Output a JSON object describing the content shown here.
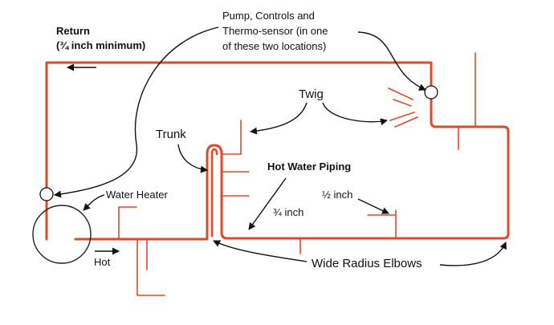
{
  "labels": {
    "return_line1": "Return",
    "return_line2": "(¾ inch minimum)",
    "pump_line1": "Pump, Controls and",
    "pump_line2": "Thermo-sensor (in one",
    "pump_line3": "of these two locations)",
    "twig": "Twig",
    "trunk": "Trunk",
    "hot_water_piping": "Hot Water Piping",
    "half_inch": "½ inch",
    "three_quarter_inch": "¾ inch",
    "water_heater": "Water Heater",
    "hot": "Hot",
    "wide_radius_elbows": "Wide Radius Elbows"
  },
  "colors": {
    "pipe": "#e04a2a",
    "line": "#111111",
    "background": "#ffffff"
  }
}
